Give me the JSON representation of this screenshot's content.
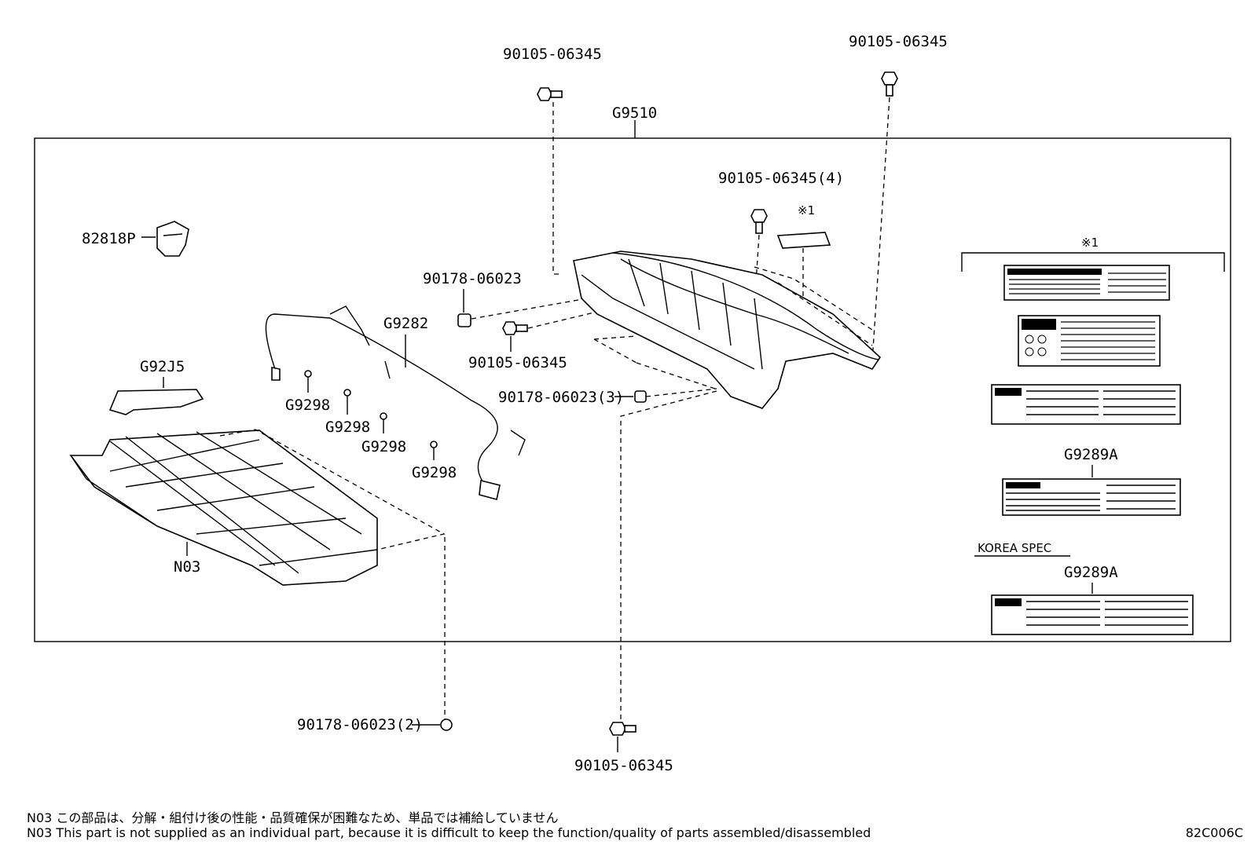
{
  "labels": {
    "g9510": "G9510",
    "bolt_top_left": "90105-06345",
    "bolt_top_right": "90105-06345",
    "bolt_x4": "90105-06345(4)",
    "ref_mark_small": "※1",
    "ref_mark_label_group": "※1",
    "clip_82818p": "82818P",
    "nut_90178": "90178-06023",
    "wire_g9282": "G9282",
    "bolt_mid": "90105-06345",
    "nut_x3": "90178-06023(3)",
    "g92j5": "G92J5",
    "g9298_a": "G9298",
    "g9298_b": "G9298",
    "g9298_c": "G9298",
    "g9298_d": "G9298",
    "n03": "N03",
    "nut_x2": "90178-06023(2)",
    "bolt_bottom": "90105-06345",
    "g9289a_1": "G9289A",
    "korea_spec": "KOREA SPEC",
    "g9289a_2": "G9289A"
  },
  "notes": {
    "jp": "N03 この部品は、分解・組付け後の性能・品質確保が困難なため、単品では補給していません",
    "en": "N03 This part is not supplied as an individual part, because it is difficult to keep the function/quality of parts assembled/disassembled"
  },
  "figure_code": "82C006C"
}
